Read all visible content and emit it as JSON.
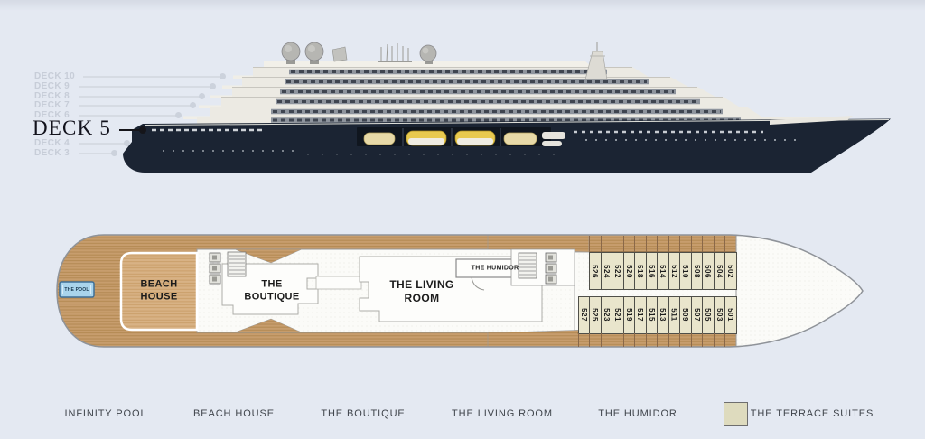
{
  "deck_selector": {
    "decks": [
      {
        "label": "DECK 10",
        "active": false
      },
      {
        "label": "DECK 9",
        "active": false
      },
      {
        "label": "DECK 8",
        "active": false
      },
      {
        "label": "DECK 7",
        "active": false
      },
      {
        "label": "DECK 6",
        "active": false
      },
      {
        "label": "DECK 5",
        "active": true
      },
      {
        "label": "DECK 4",
        "active": false
      },
      {
        "label": "DECK 3",
        "active": false
      }
    ]
  },
  "plan": {
    "rooms": {
      "pool": "THE POOL",
      "beach_house": [
        "BEACH",
        "HOUSE"
      ],
      "boutique": [
        "THE",
        "BOUTIQUE"
      ],
      "living_room": [
        "THE LIVING",
        "ROOM"
      ],
      "humidor": "THE HUMIDOR"
    },
    "suites_top": [
      "526",
      "524",
      "522",
      "520",
      "518",
      "516",
      "514",
      "512",
      "510",
      "508",
      "506",
      "504",
      "502"
    ],
    "suites_bottom": [
      "527",
      "525",
      "523",
      "521",
      "519",
      "517",
      "515",
      "513",
      "511",
      "509",
      "507",
      "505",
      "503",
      "501"
    ]
  },
  "legend": {
    "items": [
      "INFINITY POOL",
      "BEACH HOUSE",
      "THE BOUTIQUE",
      "THE LIVING ROOM",
      "THE HUMIDOR",
      "THE TERRACE SUITES"
    ],
    "terrace_swatch_color": "#dedbbe"
  },
  "colors": {
    "background": "#e4e9f2",
    "hull_navy": "#1b2433",
    "deck_wood": "#c79d6d",
    "beach_house_wood": "#d8b285",
    "suite_fill": "#e9e5cc",
    "pool_blue": "#a9d4ec"
  }
}
